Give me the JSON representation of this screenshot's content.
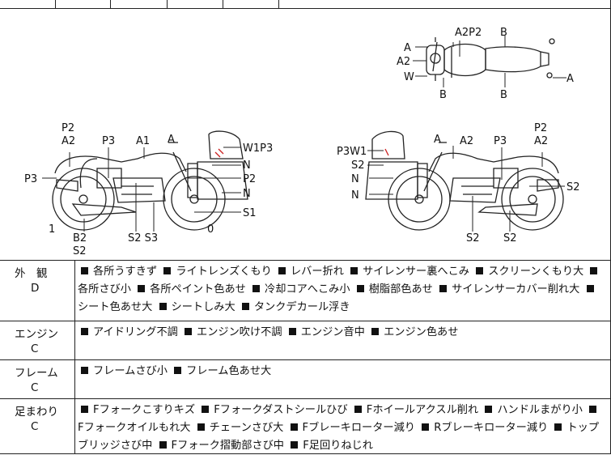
{
  "diagram": {
    "top_view": {
      "labels": [
        "A",
        "A2",
        "W",
        "A2P2",
        "B",
        "B",
        "B",
        "A"
      ]
    },
    "left_view": {
      "labels": [
        "P2",
        "A2",
        "P3",
        "A1",
        "A",
        "W1P3",
        "N",
        "P2",
        "N",
        "S1",
        "P3",
        "1",
        "B2",
        "S2",
        "S2 S3",
        "0"
      ]
    },
    "right_view": {
      "labels": [
        "A",
        "A2",
        "P3",
        "P2",
        "A2",
        "P3W1",
        "S2",
        "N",
        "N",
        "S2",
        "S2",
        "S2"
      ]
    }
  },
  "sections": [
    {
      "category": "外　観",
      "grade": "D",
      "items": [
        "各所うすきず",
        "ライトレンズくもり",
        "レバー折れ",
        "サイレンサー裏へこみ",
        "スクリーンくもり大",
        "各所さび小",
        "各所ペイント色あせ",
        "冷却コアへこみ小",
        "樹脂部色あせ",
        "サイレンサーカバー削れ大",
        "シート色あせ大",
        "シートしみ大",
        "タンクデカール浮き"
      ]
    },
    {
      "category": "エンジン",
      "grade": "C",
      "items": [
        "アイドリング不調",
        "エンジン吹け不調",
        "エンジン音中",
        "エンジン色あせ"
      ]
    },
    {
      "category": "フレーム",
      "grade": "C",
      "items": [
        "フレームさび小",
        "フレーム色あせ大"
      ]
    },
    {
      "category": "足まわり",
      "grade": "C",
      "items": [
        "Fフォークこすりキズ",
        "Fフォークダストシールひび",
        "Fホイールアクスル削れ",
        "ハンドルまがり小",
        "Fフォークオイルもれ大",
        "チェーンさび大",
        "Fブレーキローター減り",
        "Rブレーキローター減り",
        "トップブリッジさび中",
        "Fフォーク摺動部さび中",
        "F足回りねじれ"
      ]
    }
  ]
}
